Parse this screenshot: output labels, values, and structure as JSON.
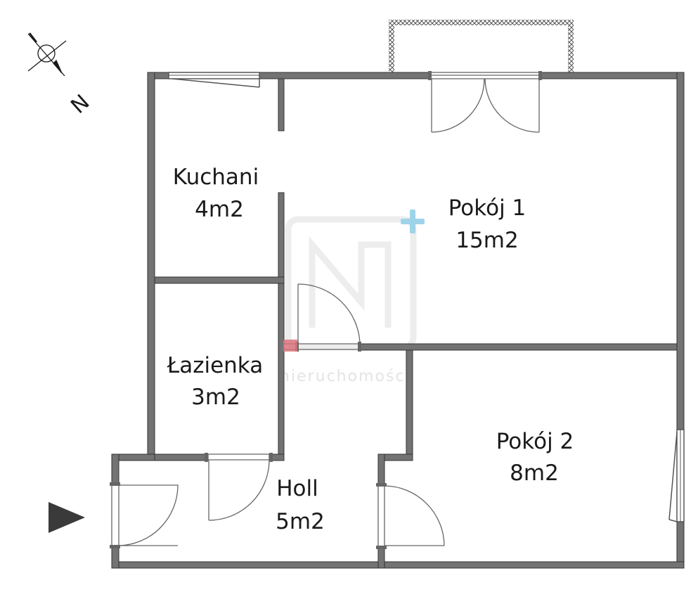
{
  "floorplan": {
    "colors": {
      "wall_fill": "#737373",
      "wall_stroke": "#333333",
      "door_line": "#666666",
      "balcony_hatch": "#555555",
      "marker_blue": "#9fd3ea",
      "marker_red": "#d9737b",
      "entrance_arrow": "#3a3a3a"
    },
    "compass": {
      "letter": "N"
    },
    "watermark": {
      "text": "nieruchomości"
    },
    "rooms": [
      {
        "id": "kitchen",
        "name": "Kuchani",
        "area": "4m2"
      },
      {
        "id": "room1",
        "name": "Pokój 1",
        "area": "15m2"
      },
      {
        "id": "bathroom",
        "name": "Łazienka",
        "area": "3m2"
      },
      {
        "id": "hall",
        "name": "Holl",
        "area": "5m2"
      },
      {
        "id": "room2",
        "name": "Pokój 2",
        "area": "8m2"
      }
    ]
  }
}
